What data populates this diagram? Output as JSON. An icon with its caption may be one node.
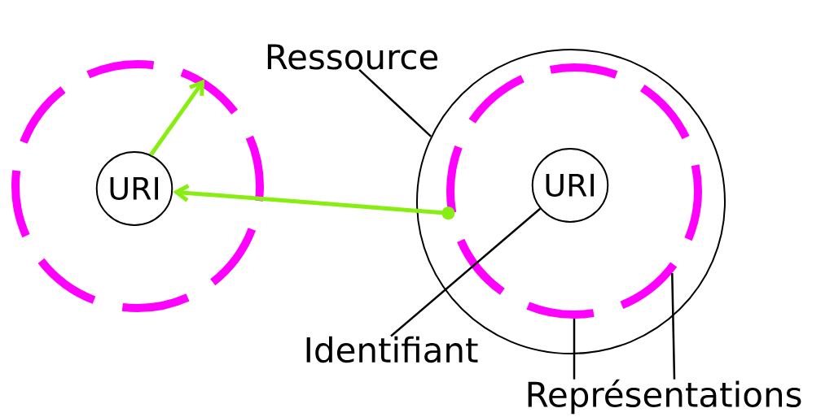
{
  "diagram": {
    "nodes": [
      {
        "text": [],
        "shape": "circle"
      },
      {
        "text": [
          "URI"
        ],
        "in": 0
      },
      {
        "text": [
          "Ressource"
        ]
      },
      {
        "text": [],
        "shape": "ellipse"
      },
      {
        "text": [],
        "shape": "circle",
        "in": 3
      },
      {
        "text": [
          "URI"
        ],
        "in": 4
      },
      {
        "text": [
          "Identifiant"
        ]
      },
      {
        "text": [
          "Représentations"
        ]
      }
    ],
    "edges": [
      {
        "from": 1,
        "to": 0,
        "arrow": "to",
        "style": "thick",
        "color": "#88ee11"
      },
      {
        "from": 4,
        "to": 1,
        "arrow": "to",
        "style": "thick",
        "color": "#88ee11"
      },
      {
        "from": 2,
        "to": 3,
        "arrow": "none"
      },
      {
        "from": 6,
        "to": 5,
        "arrow": "none"
      },
      {
        "from": 7,
        "to": 4,
        "arrow": "none"
      },
      {
        "from": 7,
        "to": 4,
        "arrow": "none"
      }
    ]
  }
}
